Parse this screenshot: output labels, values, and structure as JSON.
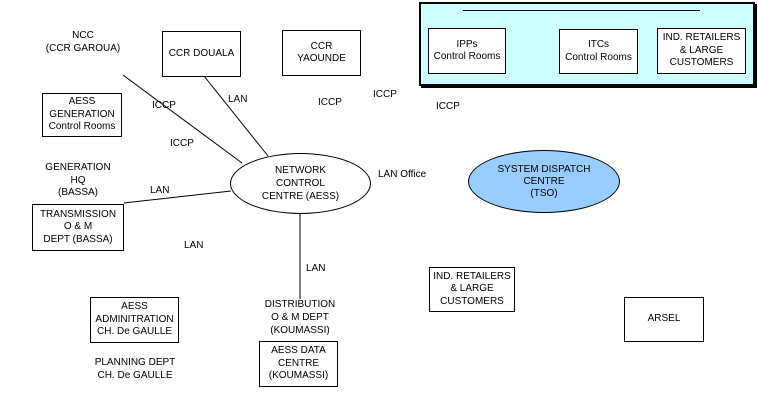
{
  "colors": {
    "group_fill": "#ccffff",
    "tso_fill": "#99ccff",
    "stroke": "#000000"
  },
  "nodes": {
    "ncc": [
      "NCC",
      "(CCR GAROUA)"
    ],
    "ccr_douala": [
      "CCR DOUALA"
    ],
    "ccr_yaounde": [
      "CCR",
      "YAOUNDE"
    ],
    "aess_generation": [
      "AESS",
      "GENERATION",
      "Control Rooms"
    ],
    "generation_hq": [
      "GENERATION",
      "HQ",
      "(BASSA)"
    ],
    "transmission": [
      "TRANSMISSION",
      "O & M",
      "DEPT (BASSA)"
    ],
    "ncc_aess": [
      "NETWORK",
      "CONTROL",
      "CENTRE  (AESS)"
    ],
    "tso": [
      "SYSTEM DISPATCH",
      "CENTRE",
      "(TSO)"
    ],
    "ipps": [
      "IPPs",
      "Control Rooms"
    ],
    "itcs": [
      "ITCs",
      "Control Rooms"
    ],
    "retailers_top": [
      "IND. RETAILERS",
      "& LARGE",
      "CUSTOMERS"
    ],
    "retailers_mid": [
      "IND. RETAILERS",
      "& LARGE",
      "CUSTOMERS"
    ],
    "arsel": [
      "ARSEL"
    ],
    "aess_admin": [
      "AESS",
      "ADMINITRATION",
      "CH. De GAULLE"
    ],
    "planning": [
      "PLANNING DEPT",
      "CH. De GAULLE"
    ],
    "distribution": [
      "DISTRIBUTION",
      "O & M DEPT",
      "(KOUMASSI)"
    ],
    "data_centre": [
      "AESS DATA",
      "CENTRE",
      "(KOUMASSI)"
    ]
  },
  "link_labels": {
    "iccp_ncc": "ICCP",
    "iccp_lower": "ICCP",
    "lan_douala": "LAN",
    "iccp_yaounde": "ICCP",
    "iccp_mid": "ICCP",
    "iccp_right": "ICCP",
    "lan_office": "LAN Office",
    "lan_transmission": "LAN",
    "lan_floating": "LAN",
    "lan_distribution": "LAN"
  }
}
